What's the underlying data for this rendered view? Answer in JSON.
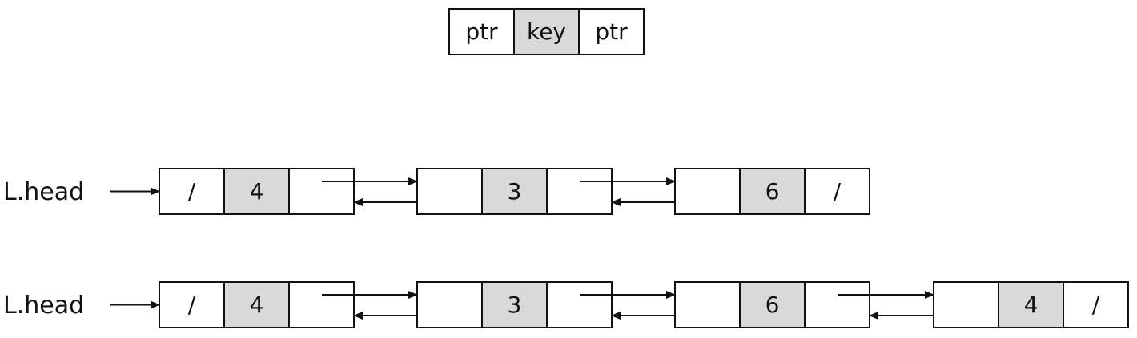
{
  "legend": {
    "cells": [
      "ptr",
      "key",
      "ptr"
    ]
  },
  "colors": {
    "key_fill": "#d9d9d9",
    "ptr_fill": "#ffffff",
    "stroke": "#111111"
  },
  "lists": [
    {
      "head_label": "L.head",
      "nodes": [
        {
          "prev": "/",
          "key": "4",
          "next": ""
        },
        {
          "prev": "",
          "key": "3",
          "next": ""
        },
        {
          "prev": "",
          "key": "6",
          "next": "/"
        }
      ]
    },
    {
      "head_label": "L.head",
      "nodes": [
        {
          "prev": "/",
          "key": "4",
          "next": ""
        },
        {
          "prev": "",
          "key": "3",
          "next": ""
        },
        {
          "prev": "",
          "key": "6",
          "next": ""
        },
        {
          "prev": "",
          "key": "4",
          "next": "/"
        }
      ]
    }
  ]
}
